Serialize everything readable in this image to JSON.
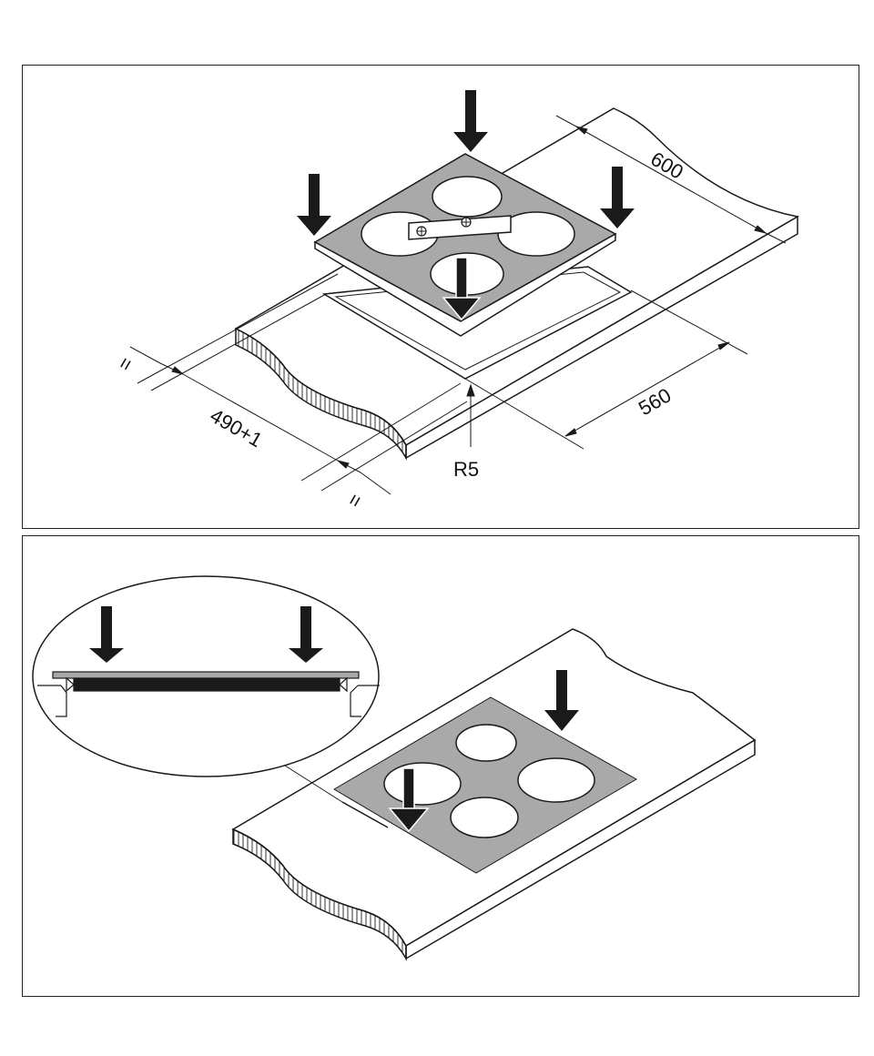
{
  "figure1": {
    "dimensions": {
      "width": "600",
      "depth": "560",
      "cutout": "490+1",
      "radius": "R5",
      "equal_top": "=",
      "equal_bottom": "="
    }
  },
  "colors": {
    "hob": "#a9a9a9",
    "line": "#1a1a1a",
    "arrow": "#1a1a1a"
  }
}
